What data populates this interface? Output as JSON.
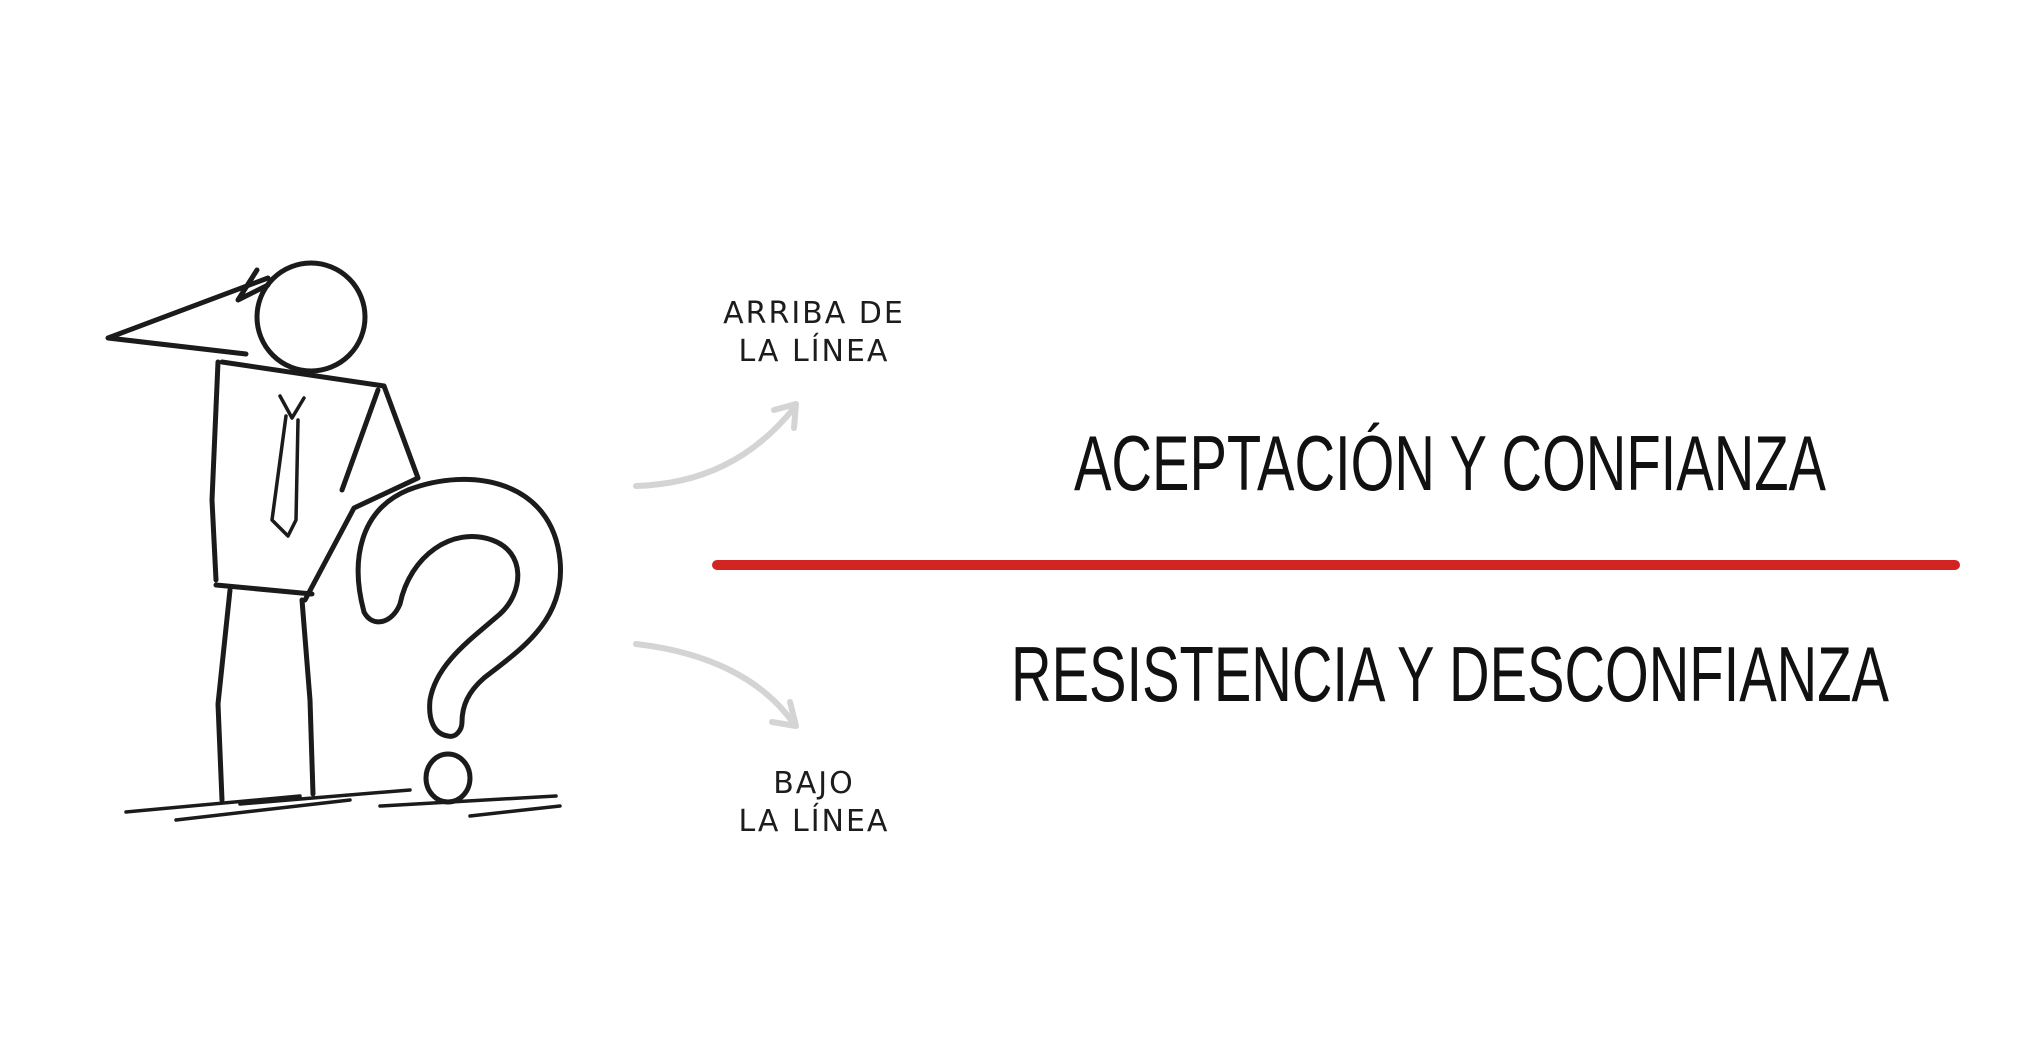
{
  "labels": {
    "above": {
      "line1": "ARRIBA DE",
      "line2": "LA LÍNEA"
    },
    "below": {
      "line1": "BAJO",
      "line2": "LA LÍNEA"
    }
  },
  "headings": {
    "top": "ACEPTACIÓN Y CONFIANZA",
    "bottom": "RESISTENCIA Y DESCONFIANZA"
  },
  "colors": {
    "divider": "#d32424",
    "ink": "#1b1b1b",
    "arrow": "#d4d4d4",
    "background": "#ffffff"
  },
  "icons": {
    "figure": "thinking-stick-figure-icon",
    "question": "question-mark-icon",
    "arrow_up": "curved-arrow-up-icon",
    "arrow_down": "curved-arrow-down-icon"
  }
}
